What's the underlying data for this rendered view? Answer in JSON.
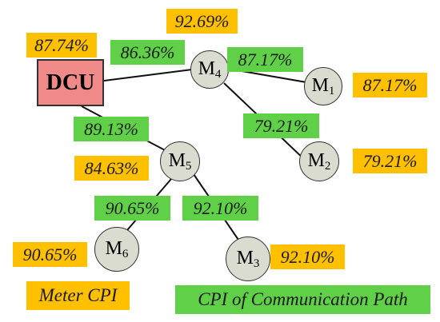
{
  "nodes": {
    "dcu": "DCU",
    "m1": {
      "letter": "M",
      "sub": "1"
    },
    "m2": {
      "letter": "M",
      "sub": "2"
    },
    "m3": {
      "letter": "M",
      "sub": "3"
    },
    "m4": {
      "letter": "M",
      "sub": "4"
    },
    "m5": {
      "letter": "M",
      "sub": "5"
    },
    "m6": {
      "letter": "M",
      "sub": "6"
    }
  },
  "meter_cpi": {
    "dcu": "87.74%",
    "m4": "92.69%",
    "m1": "87.17%",
    "m2": "79.21%",
    "m5": "84.63%",
    "m6": "90.65%",
    "m3": "92.10%"
  },
  "path_cpi": {
    "dcu_m4": "86.36%",
    "m4_m1": "87.17%",
    "m4_m2": "79.21%",
    "dcu_m5": "89.13%",
    "m5_m6": "90.65%",
    "m5_m3": "92.10%"
  },
  "legend": {
    "meter_cpi": "Meter CPI",
    "path_cpi": "CPI of Communication Path"
  },
  "colors": {
    "meter_cpi": "#ffc000",
    "path_cpi": "#5fd047",
    "meter_fill": "#d9dcce",
    "dcu_fill": "#f08a88"
  }
}
